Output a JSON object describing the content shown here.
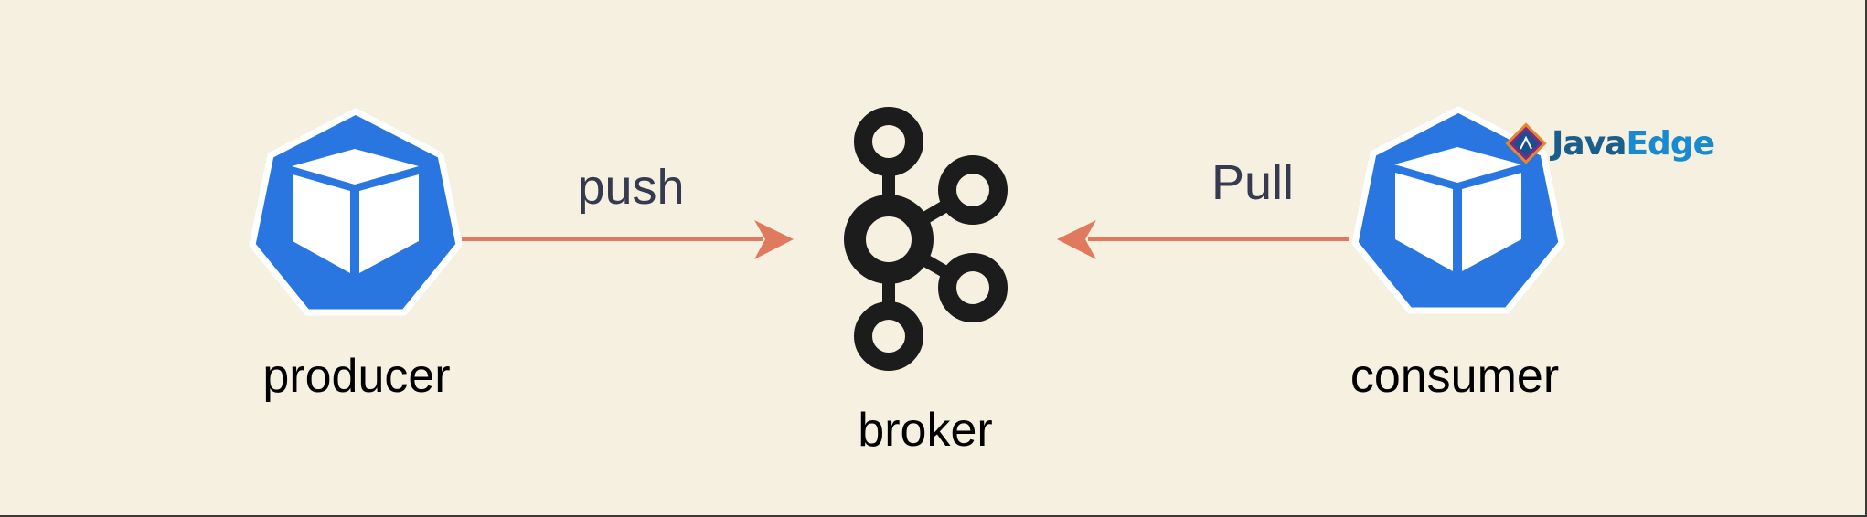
{
  "nodes": {
    "producer": {
      "label": "producer",
      "icon": "kubernetes-pod-icon"
    },
    "broker": {
      "label": "broker",
      "icon": "kafka-icon"
    },
    "consumer": {
      "label": "consumer",
      "icon": "kubernetes-pod-icon"
    }
  },
  "edges": {
    "push": {
      "label": "push",
      "from": "producer",
      "to": "broker"
    },
    "pull": {
      "label": "Pull",
      "from": "consumer",
      "to": "broker"
    }
  },
  "watermark": {
    "text_java": "Java",
    "text_edge": "Edge"
  },
  "colors": {
    "background": "#f5f0df",
    "pod": "#2a76e0",
    "arrow": "#e07a5f",
    "kafka": "#1c1c1c",
    "edge_label": "#363a50"
  }
}
